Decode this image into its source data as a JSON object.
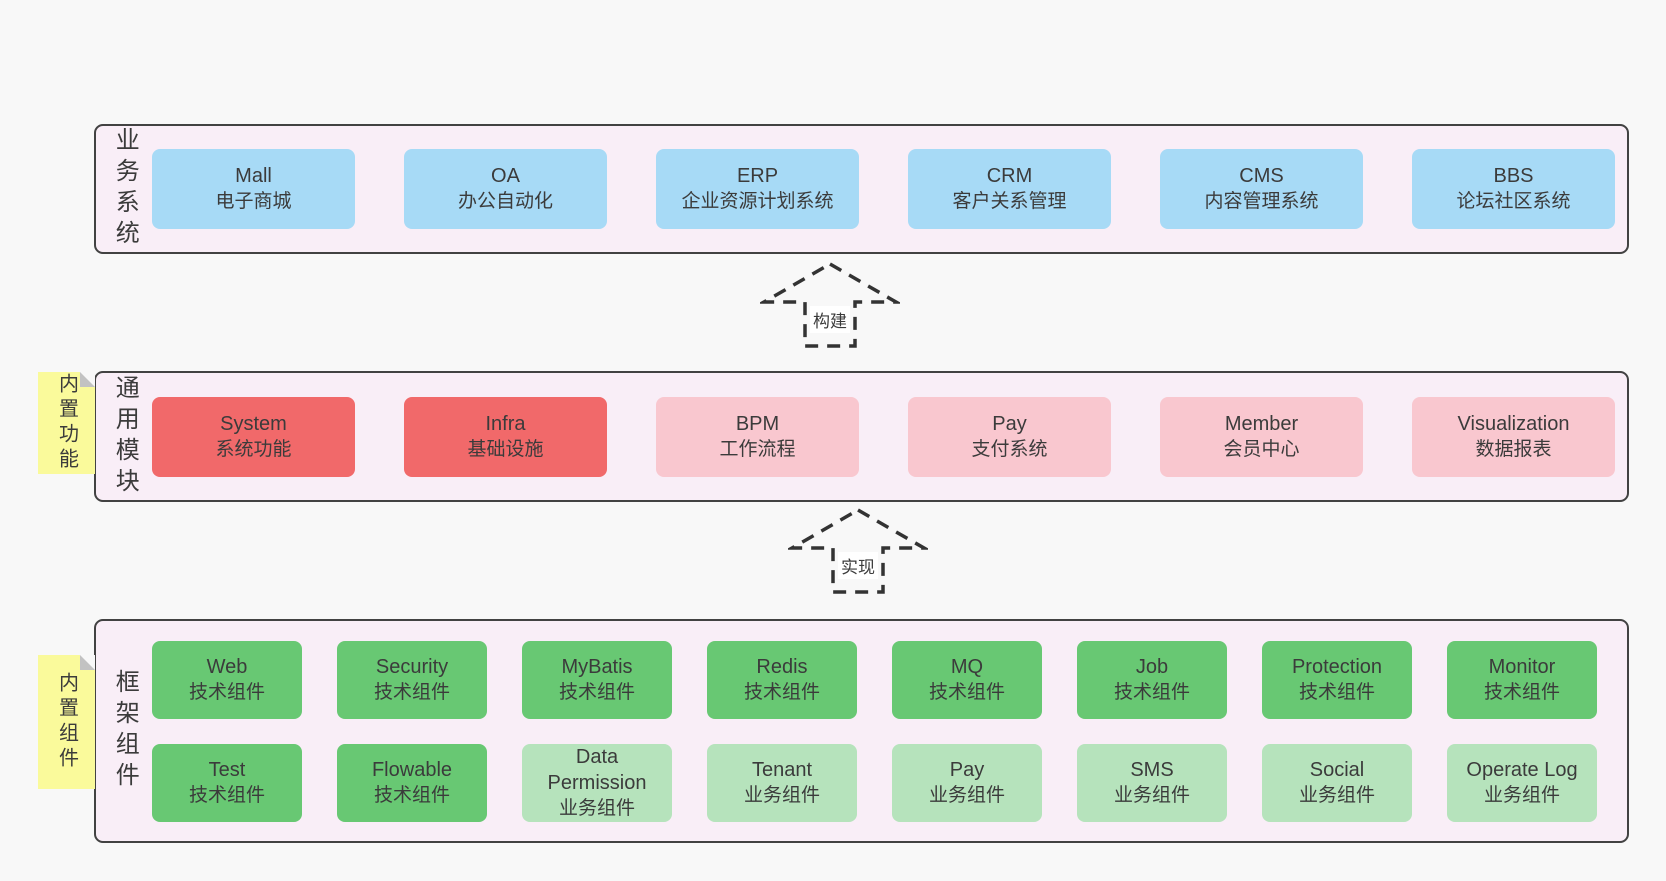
{
  "colors": {
    "page_background": "#f8f8f8",
    "panel_background": "#f9eef7",
    "panel_border": "#424242",
    "business_system_box": "#a7daf6",
    "core_module_box": "#f1696a",
    "extension_module_box": "#f9c7cf",
    "tech_component_box": "#68c873",
    "biz_component_box": "#b6e3bc",
    "sticky_note": "#fafa9b",
    "note_fold": "#c2c2c2",
    "text": "#3b3b3b"
  },
  "sections": {
    "business": {
      "label": "业务系统",
      "items": [
        {
          "title": "Mall",
          "subtitle": "电子商城",
          "variant": "blue"
        },
        {
          "title": "OA",
          "subtitle": "办公自动化",
          "variant": "blue"
        },
        {
          "title": "ERP",
          "subtitle": "企业资源计划系统",
          "variant": "blue"
        },
        {
          "title": "CRM",
          "subtitle": "客户关系管理",
          "variant": "blue"
        },
        {
          "title": "CMS",
          "subtitle": "内容管理系统",
          "variant": "blue"
        },
        {
          "title": "BBS",
          "subtitle": "论坛社区系统",
          "variant": "blue"
        }
      ]
    },
    "modules": {
      "label": "通用模块",
      "note": "内置功能",
      "items": [
        {
          "title": "System",
          "subtitle": "系统功能",
          "variant": "red"
        },
        {
          "title": "Infra",
          "subtitle": "基础设施",
          "variant": "red"
        },
        {
          "title": "BPM",
          "subtitle": "工作流程",
          "variant": "pink"
        },
        {
          "title": "Pay",
          "subtitle": "支付系统",
          "variant": "pink"
        },
        {
          "title": "Member",
          "subtitle": "会员中心",
          "variant": "pink"
        },
        {
          "title": "Visualization",
          "subtitle": "数据报表",
          "variant": "pink"
        }
      ]
    },
    "components": {
      "label": "框架组件",
      "note": "内置组件",
      "rows": [
        [
          {
            "title": "Web",
            "subtitle": "技术组件",
            "variant": "green"
          },
          {
            "title": "Security",
            "subtitle": "技术组件",
            "variant": "green"
          },
          {
            "title": "MyBatis",
            "subtitle": "技术组件",
            "variant": "green"
          },
          {
            "title": "Redis",
            "subtitle": "技术组件",
            "variant": "green"
          },
          {
            "title": "MQ",
            "subtitle": "技术组件",
            "variant": "green"
          },
          {
            "title": "Job",
            "subtitle": "技术组件",
            "variant": "green"
          },
          {
            "title": "Protection",
            "subtitle": "技术组件",
            "variant": "green"
          },
          {
            "title": "Monitor",
            "subtitle": "技术组件",
            "variant": "green"
          }
        ],
        [
          {
            "title": "Test",
            "subtitle": "技术组件",
            "variant": "green"
          },
          {
            "title": "Flowable",
            "subtitle": "技术组件",
            "variant": "green"
          },
          {
            "title": "Data Permission",
            "subtitle": "业务组件",
            "variant": "lightgreen"
          },
          {
            "title": "Tenant",
            "subtitle": "业务组件",
            "variant": "lightgreen"
          },
          {
            "title": "Pay",
            "subtitle": "业务组件",
            "variant": "lightgreen"
          },
          {
            "title": "SMS",
            "subtitle": "业务组件",
            "variant": "lightgreen"
          },
          {
            "title": "Social",
            "subtitle": "业务组件",
            "variant": "lightgreen"
          },
          {
            "title": "Operate Log",
            "subtitle": "业务组件",
            "variant": "lightgreen"
          }
        ]
      ]
    }
  },
  "arrows": [
    {
      "label": "构建"
    },
    {
      "label": "实现"
    }
  ]
}
